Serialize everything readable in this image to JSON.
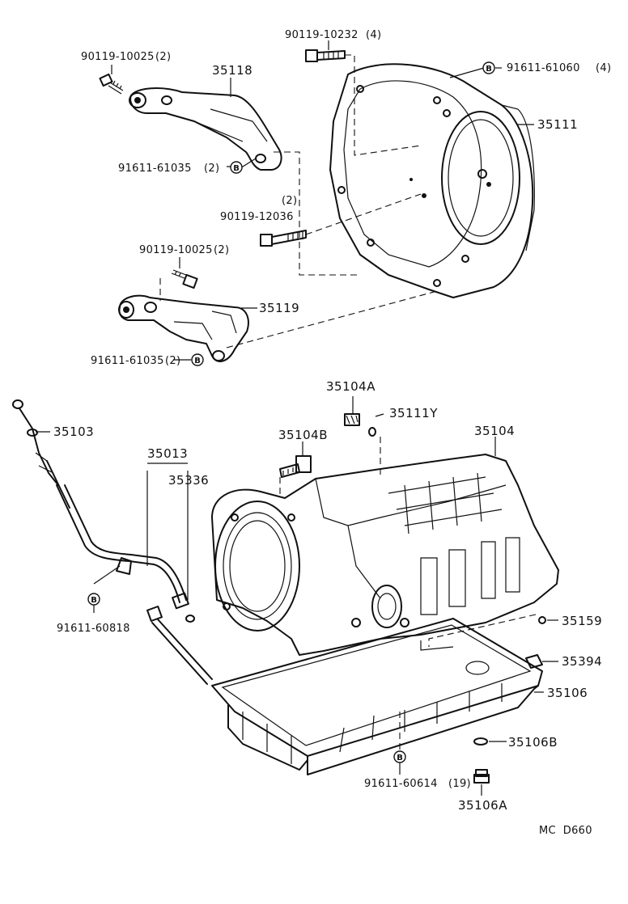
{
  "diagram": {
    "footer_code": "MC  D660",
    "callouts": [
      {
        "key": "bolt_upper",
        "part_no": "90119-10025",
        "qty": "(2)"
      },
      {
        "key": "bracket_upper",
        "part_no": "35118",
        "qty": ""
      },
      {
        "key": "nut_upper",
        "part_no": "91611-61035",
        "qty": "(2)",
        "marker": "B"
      },
      {
        "key": "housing_bolt",
        "part_no": "90119-10232",
        "qty": "(4)"
      },
      {
        "key": "housing_nut",
        "part_no": "91611-61060",
        "qty": "(4)",
        "marker": "B"
      },
      {
        "key": "converter_housing",
        "part_no": "35111",
        "qty": ""
      },
      {
        "key": "long_bolt",
        "part_no": "90119-12036",
        "qty": "(2)"
      },
      {
        "key": "bolt_lower",
        "part_no": "90119-10025",
        "qty": "(2)"
      },
      {
        "key": "bracket_lower",
        "part_no": "35119",
        "qty": ""
      },
      {
        "key": "nut_lower",
        "part_no": "91611-61035",
        "qty": "(2)",
        "marker": "B"
      },
      {
        "key": "fitting_a",
        "part_no": "35104A",
        "qty": ""
      },
      {
        "key": "oring_y",
        "part_no": "35111Y",
        "qty": ""
      },
      {
        "key": "case",
        "part_no": "35104",
        "qty": ""
      },
      {
        "key": "dipstick",
        "part_no": "35103",
        "qty": ""
      },
      {
        "key": "tube_assy",
        "part_no": "35013",
        "qty": ""
      },
      {
        "key": "tube_oring",
        "part_no": "35336",
        "qty": ""
      },
      {
        "key": "fitting_b",
        "part_no": "35104B",
        "qty": ""
      },
      {
        "key": "clamp_bolt",
        "part_no": "91611-60818",
        "qty": "",
        "marker": "B"
      },
      {
        "key": "plug_35159",
        "part_no": "35159",
        "qty": ""
      },
      {
        "key": "magnet",
        "part_no": "35394",
        "qty": ""
      },
      {
        "key": "oil_pan",
        "part_no": "35106",
        "qty": ""
      },
      {
        "key": "drain_gasket",
        "part_no": "35106B",
        "qty": ""
      },
      {
        "key": "pan_bolt",
        "part_no": "91611-60614",
        "qty": "(19)",
        "marker": "B"
      },
      {
        "key": "drain_plug",
        "part_no": "35106A",
        "qty": ""
      }
    ]
  }
}
